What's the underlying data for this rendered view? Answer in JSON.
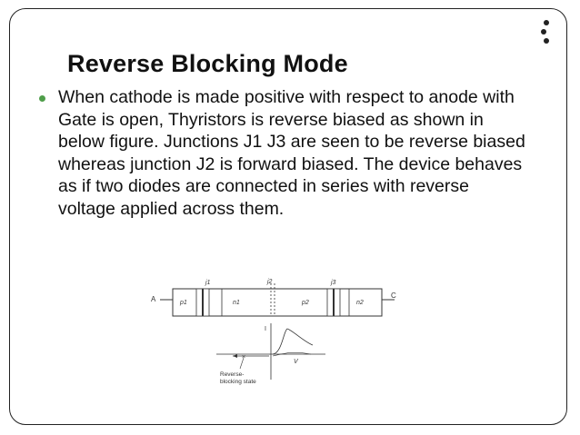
{
  "slide": {
    "title": "Reverse Blocking Mode",
    "bullet_text": "When cathode is made positive with respect to anode with Gate is open, Thyristors is reverse biased as shown in below figure. Junctions J1 J3 are seen to be reverse biased whereas junction J2 is forward biased. The device behaves as if two diodes are connected in series with reverse voltage applied across them."
  },
  "figure": {
    "terminal_anode": "A",
    "terminal_cathode": "C",
    "junction_1": "j1",
    "junction_2": "j2",
    "junction_3": "j3",
    "region_p1": "p1",
    "region_n1": "n1",
    "region_p2": "p2",
    "region_n2": "n2",
    "axis_current": "I",
    "axis_voltage": "V",
    "state_label_line1": "Reverse-",
    "state_label_line2": "blocking state"
  },
  "colors": {
    "bullet": "#4f9e4a",
    "frame": "#222222"
  }
}
